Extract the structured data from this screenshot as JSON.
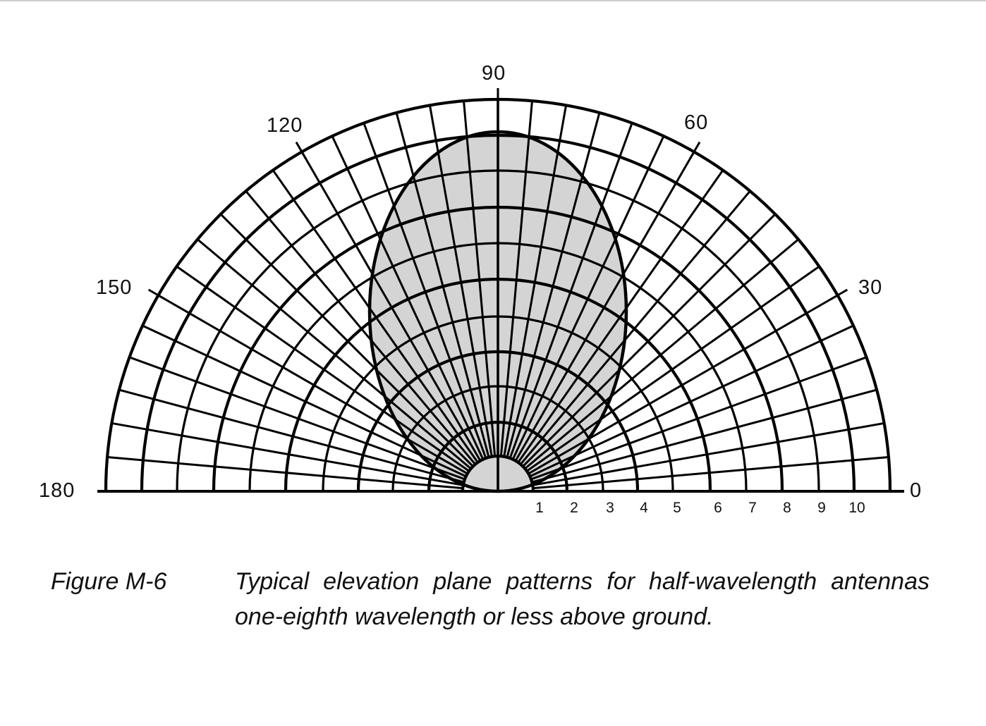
{
  "chart_data": {
    "type": "polar",
    "subtype": "elevation-plane-pattern",
    "title": "Figure M-6",
    "caption": "Typical elevation plane patterns for half-wavelength antennas one-eighth wavelength or less above ground.",
    "angle_labels": [
      {
        "deg": 0,
        "label": "0"
      },
      {
        "deg": 30,
        "label": "30"
      },
      {
        "deg": 60,
        "label": "60"
      },
      {
        "deg": 90,
        "label": "90"
      },
      {
        "deg": 120,
        "label": "120"
      },
      {
        "deg": 150,
        "label": "150"
      },
      {
        "deg": 180,
        "label": "180"
      }
    ],
    "angle_range": [
      0,
      180
    ],
    "angle_grid_step_deg": 5,
    "radial_tick_labels": [
      "1",
      "2",
      "3",
      "4",
      "5",
      "6",
      "7",
      "8",
      "9",
      "10"
    ],
    "radial_range": [
      0,
      11
    ],
    "grid": true,
    "series": [
      {
        "name": "elevation pattern (shaded lobe)",
        "fill": "#d9d9d9",
        "shape": "vertical ellipse through origin",
        "max_radius_at_deg": 90,
        "max_radius": 10,
        "half_width_radius": 3.6
      }
    ]
  },
  "figure": {
    "label": "Figure M-6",
    "caption_text": "Typical elevation plane patterns for half-wavelength antennas one-eighth wavelength or less above ground."
  },
  "colors": {
    "line": "#000000",
    "fill": "#d4d4d4",
    "background": "#ffffff"
  }
}
